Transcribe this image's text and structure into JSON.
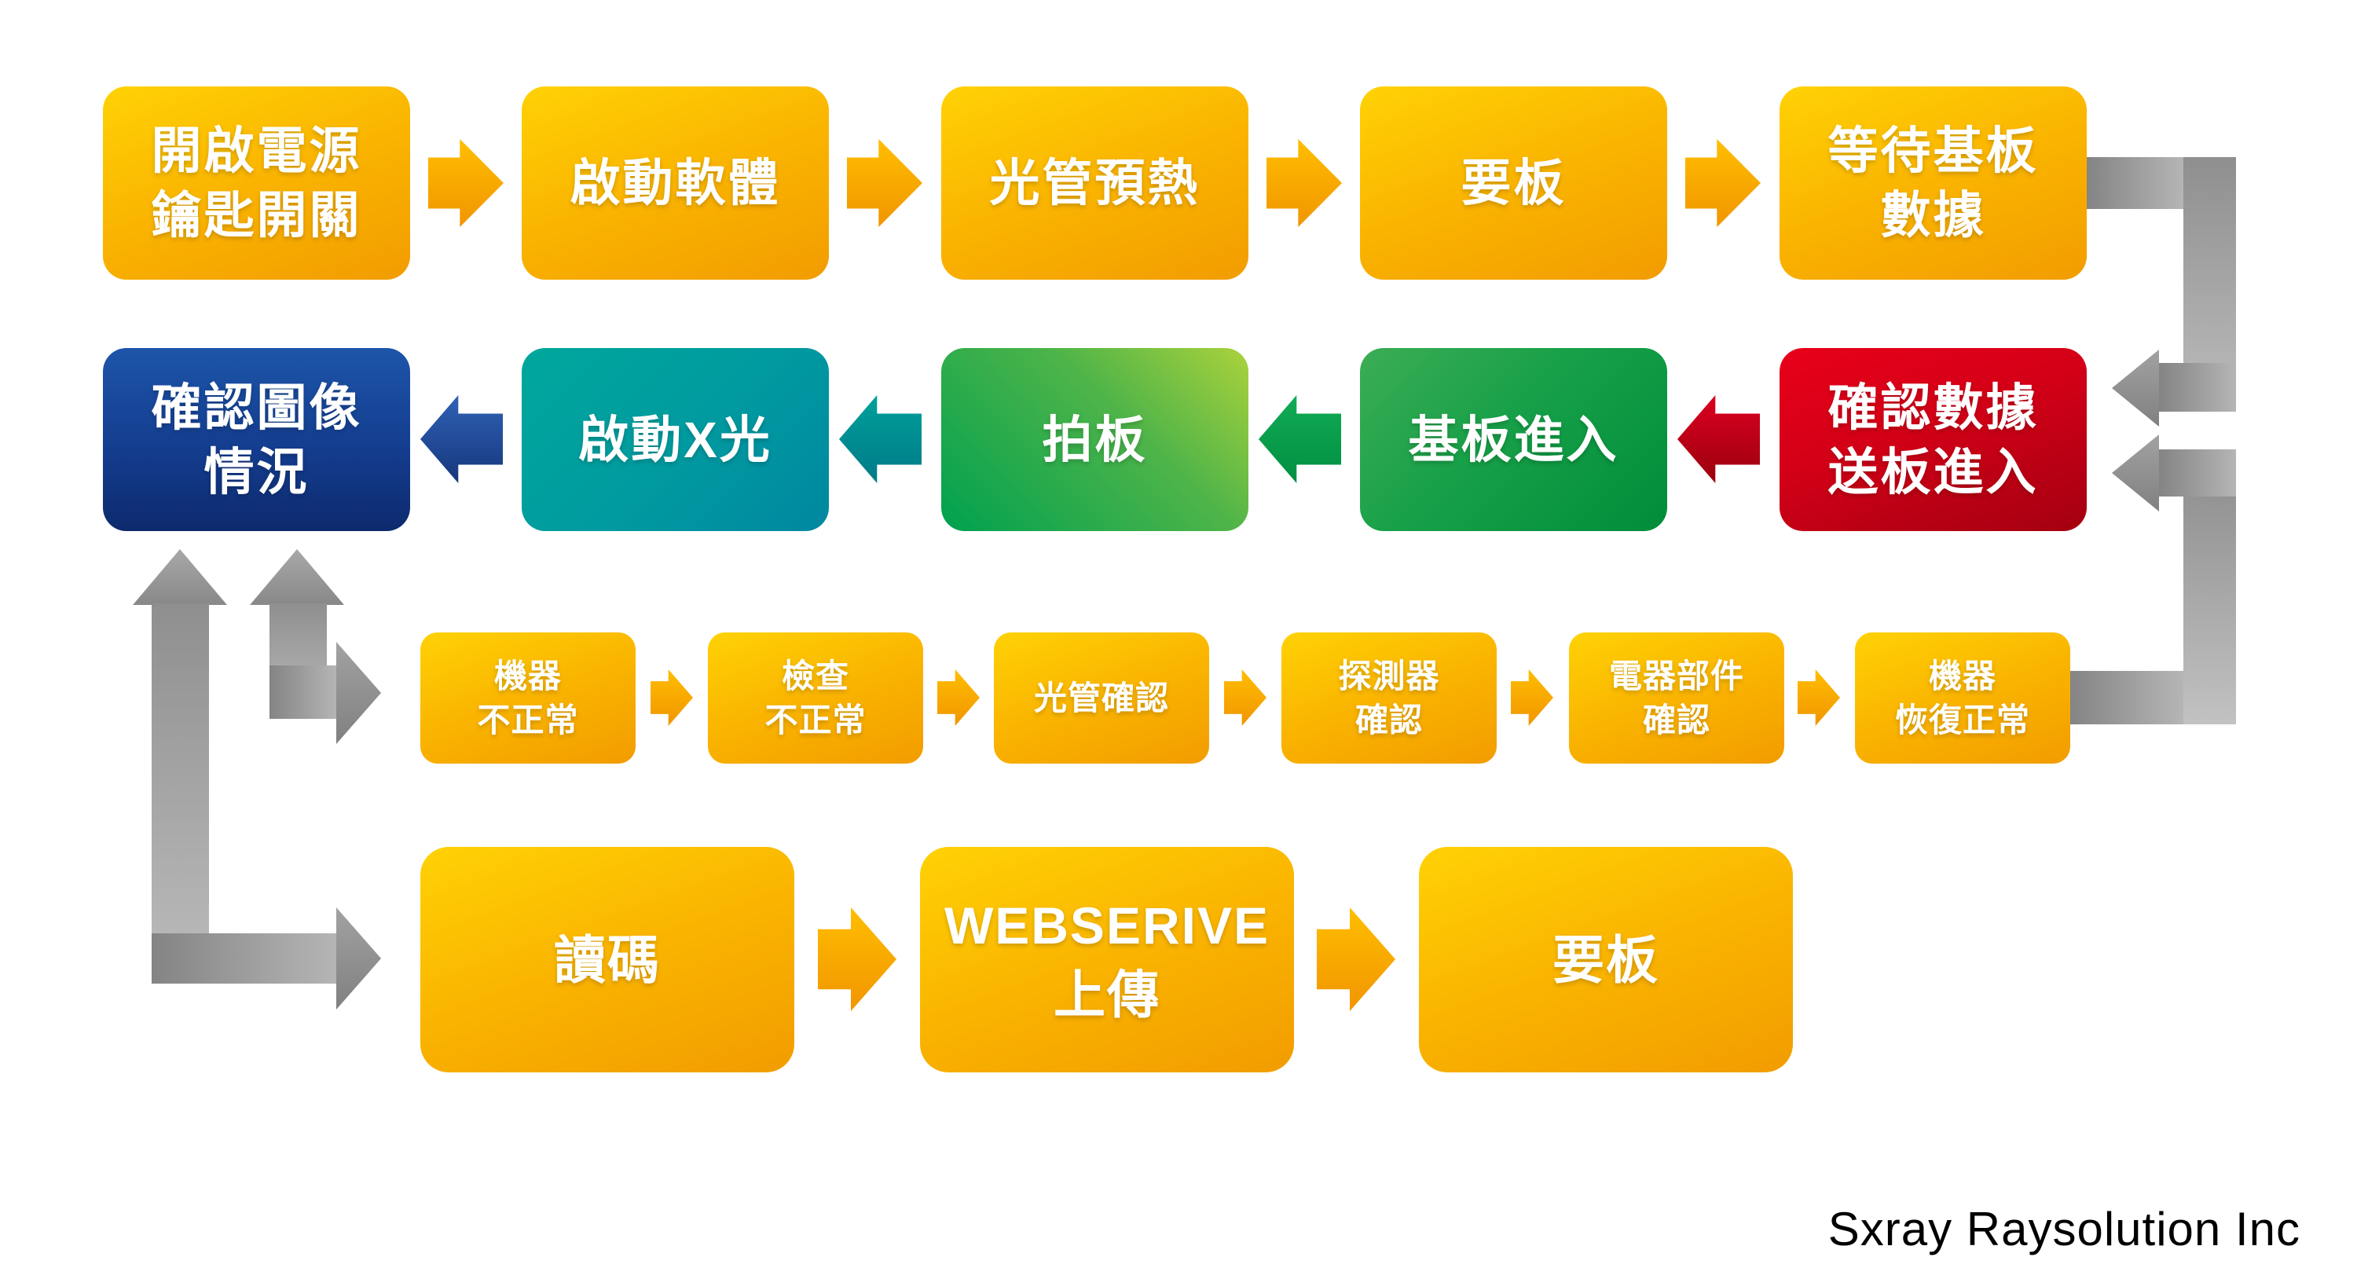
{
  "palette": {
    "box_yellow_top": "#ffd205",
    "box_yellow_bottom": "#f29c00",
    "arrow_orange": "#f8a600",
    "box_blue_top": "#1d55a9",
    "box_blue_bottom": "#0d2a6d",
    "arrow_blue": "#1e4796",
    "box_teal_start": "#00a79c",
    "box_teal_end": "#0087a0",
    "arrow_teal": "#008c94",
    "box_green_yellow": "#abd23c",
    "box_green": "#00a150",
    "arrow_green": "#009c4c",
    "box_green2_start": "#3cad55",
    "box_green2_end": "#008c3a",
    "arrow_red": "#c30018",
    "box_red_top": "#e80019",
    "box_red_bottom": "#a30010",
    "connector_gray": "#8c8c8c",
    "footer_text": "#000000",
    "background": "#ffffff"
  },
  "flow": {
    "row1": [
      {
        "label": "開啟電源\n鑰匙開關"
      },
      {
        "label": "啟動軟體"
      },
      {
        "label": "光管預熱"
      },
      {
        "label": "要板"
      },
      {
        "label": "等待基板\n數據"
      }
    ],
    "row2": [
      {
        "label": "確認圖像\n情況"
      },
      {
        "label": "啟動X光"
      },
      {
        "label": "拍板"
      },
      {
        "label": "基板進入"
      },
      {
        "label": "確認數據\n送板進入"
      }
    ],
    "row3": [
      {
        "label": "機器\n不正常"
      },
      {
        "label": "檢查\n不正常"
      },
      {
        "label": "光管確認"
      },
      {
        "label": "探測器\n確認"
      },
      {
        "label": "電器部件\n確認"
      },
      {
        "label": "機器\n恢復正常"
      }
    ],
    "row4": [
      {
        "label": "讀碼"
      },
      {
        "label": "WEBSERIVE\n上傳"
      },
      {
        "label": "要板"
      }
    ]
  },
  "footer": {
    "company": "Sxray Raysolution Inc"
  }
}
